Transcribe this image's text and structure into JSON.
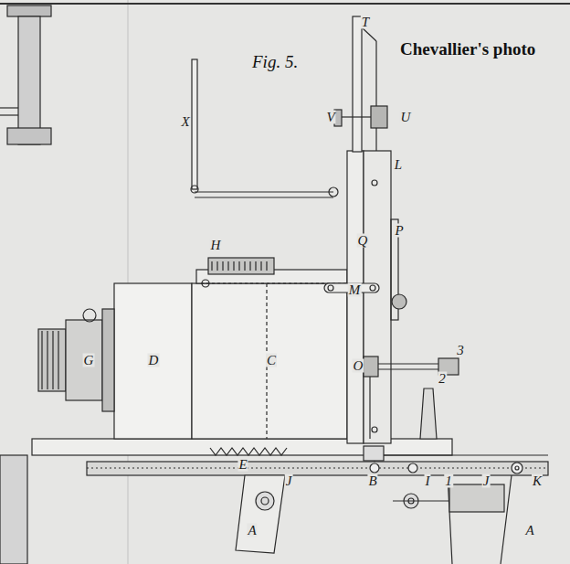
{
  "diagram": {
    "title": "Chevallier's photo",
    "caption": "Fig. 5.",
    "labels": [
      "T",
      "V",
      "U",
      "X",
      "L",
      "Q",
      "P",
      "H",
      "M",
      "G",
      "D",
      "C",
      "O",
      "3",
      "2",
      "E",
      "J",
      "B",
      "I",
      "1",
      "J",
      "K",
      "A",
      "A"
    ]
  }
}
